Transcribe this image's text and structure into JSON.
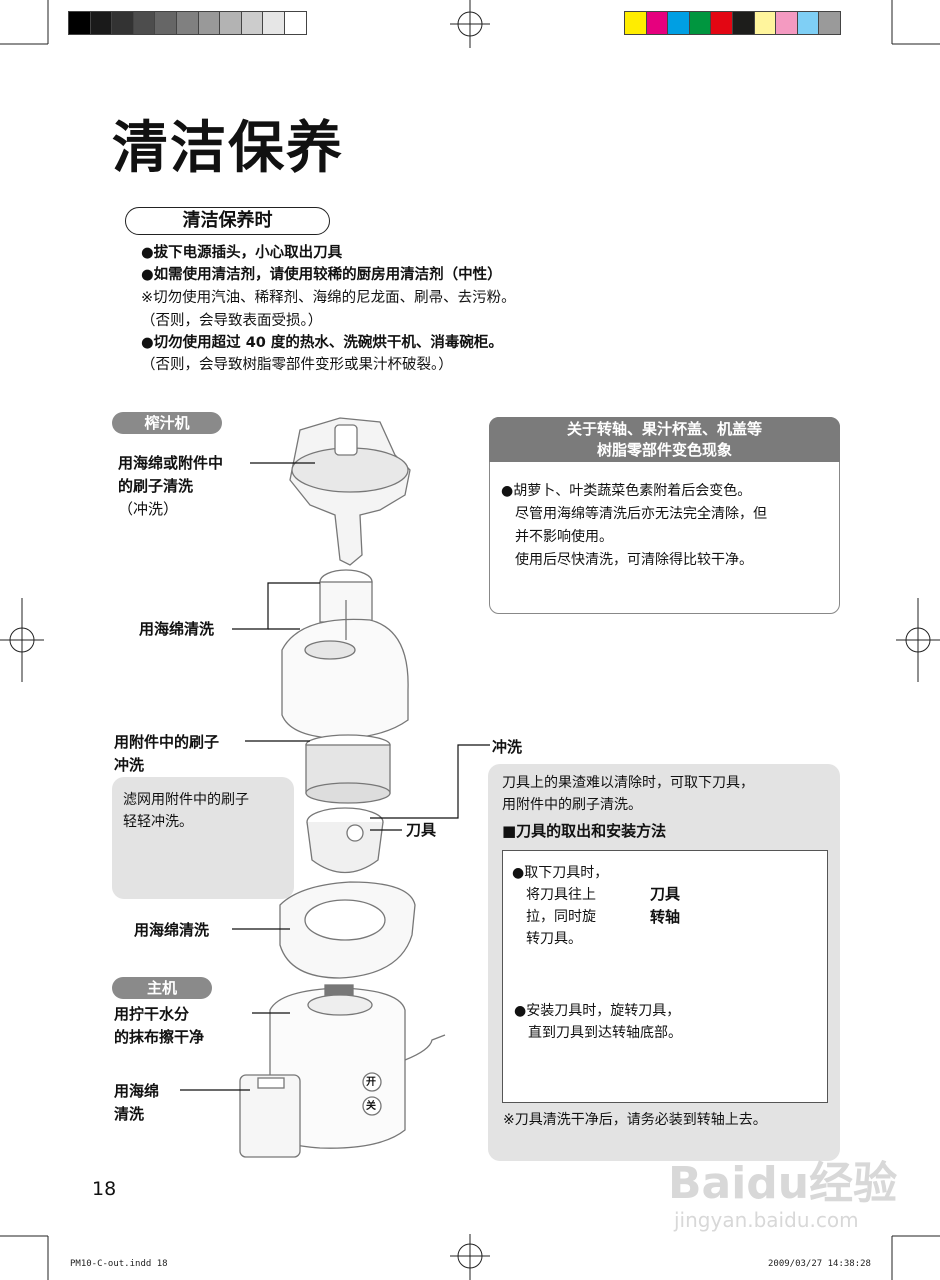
{
  "title": "清洁保养",
  "section_title": "清洁保养时",
  "notes": [
    "●拔下电源插头，小心取出刀具",
    "●如需使用清洁剂，请使用较稀的厨房用清洁剂（中性）",
    "※切勿使用汽油、稀释剂、海绵的尼龙面、刷帚、去污粉。",
    "（否则，会导致表面受损。）",
    "●切勿使用超过 40 度的热水、洗碗烘干机、消毒碗柜。",
    "（否则，会导致树脂零部件变形或果汁杯破裂。）"
  ],
  "tags": {
    "juicer": "榨汁机",
    "main_unit": "主机"
  },
  "labels": {
    "sponge_or_brush": [
      "用海绵或附件中",
      "的刷子清洗",
      "（冲洗）"
    ],
    "sponge_wash_1": "用海绵清洗",
    "brush_rinse": [
      "用附件中的刷子",
      "冲洗"
    ],
    "filter_note": [
      "滤网用附件中的刷子",
      "轻轻冲洗。"
    ],
    "blade": "刀具",
    "sponge_wash_2": "用海绵清洗",
    "wipe_dry": [
      "用拧干水分",
      "的抹布擦干净"
    ],
    "sponge_wash_3": [
      "用海绵",
      "清洗"
    ],
    "rinse": "冲洗"
  },
  "info_box": {
    "title": [
      "关于转轴、果汁杯盖、机盖等",
      "树脂零部件变色现象"
    ],
    "lines": [
      "●胡萝卜、叶类蔬菜色素附着后会变色。",
      "尽管用海绵等清洗后亦无法完全清除，但",
      "并不影响使用。",
      "使用后尽快清洗，可清除得比较干净。"
    ]
  },
  "blade_box": {
    "intro": [
      "刀具上的果渣难以清除时，可取下刀具，",
      "用附件中的刷子清洗。"
    ],
    "heading": "■刀具的取出和安装方法",
    "remove": [
      "●取下刀具时，",
      "将刀具往上",
      "拉，同时旋",
      "转刀具。"
    ],
    "part_blade": "刀具",
    "part_shaft": "转轴",
    "install": [
      "●安装刀具时，旋转刀具，",
      "直到刀具到达转轴底部。"
    ],
    "footnote": "※刀具清洗干净后，请务必装到转轴上去。"
  },
  "body_buttons": {
    "on": "开",
    "off": "关"
  },
  "page_number": "18",
  "footer": {
    "file": "PM10-C-out.indd   18",
    "timestamp": "2009/03/27   14:38:28"
  },
  "watermark": {
    "brand": "Baidu经验",
    "url": "jingyan.baidu.com"
  },
  "colors": {
    "gray_swatches": [
      "#000000",
      "#1a1a1a",
      "#333333",
      "#4d4d4d",
      "#666666",
      "#808080",
      "#999999",
      "#b3b3b3",
      "#cccccc",
      "#e6e6e6",
      "#ffffff"
    ],
    "color_swatches": [
      "#ffed00",
      "#e6007e",
      "#009fe3",
      "#00963f",
      "#e30613",
      "#1d1d1b",
      "#fff59d",
      "#f49ac1",
      "#7fcff5",
      "#9a9a9a"
    ],
    "tag_gray": "#8a8a8a",
    "panel_gray": "#e3e3e3"
  }
}
